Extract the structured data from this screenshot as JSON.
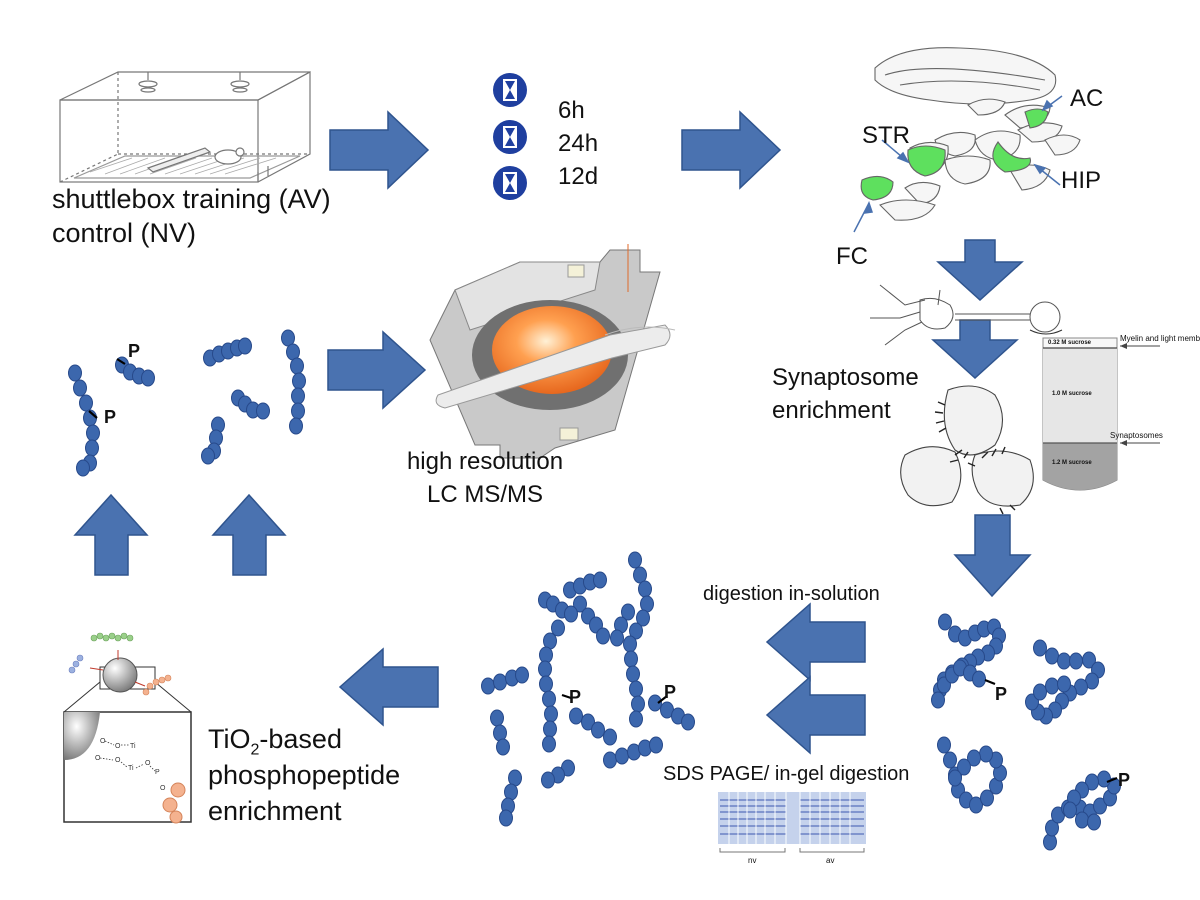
{
  "training": {
    "line1": "shuttlebox training (AV)",
    "line2": "control (NV)"
  },
  "timepoints": [
    "6h",
    "24h",
    "12d"
  ],
  "regions": {
    "ac": "AC",
    "str": "STR",
    "hip": "HIP",
    "fc": "FC"
  },
  "synaptosome": {
    "line1": "Synaptosome",
    "line2": "enrichment",
    "gradient_032": "0.32 M sucrose",
    "gradient_10": "1.0 M sucrose",
    "gradient_12": "1.2 M sucrose",
    "myelin": "Myelin and light membranes",
    "synaptosomes": "Synaptosomes"
  },
  "digestion": {
    "in_solution": "digestion in-solution",
    "in_gel": "SDS PAGE/ in-gel digestion",
    "lane_nv": "nv",
    "lane_av": "av"
  },
  "tio2": {
    "prefix": "TiO",
    "sub": "2",
    "suffix": "-based",
    "line2": "phosphopeptide",
    "line3": "enrichment"
  },
  "ms": {
    "line1": "high resolution",
    "line2": "LC MS/MS"
  },
  "phospho_mark": "P",
  "colors": {
    "arrow": "#4a72b0",
    "bead": "#3c67ad",
    "region_green": "#5ee05e",
    "ms_orange": "#f07a22"
  }
}
